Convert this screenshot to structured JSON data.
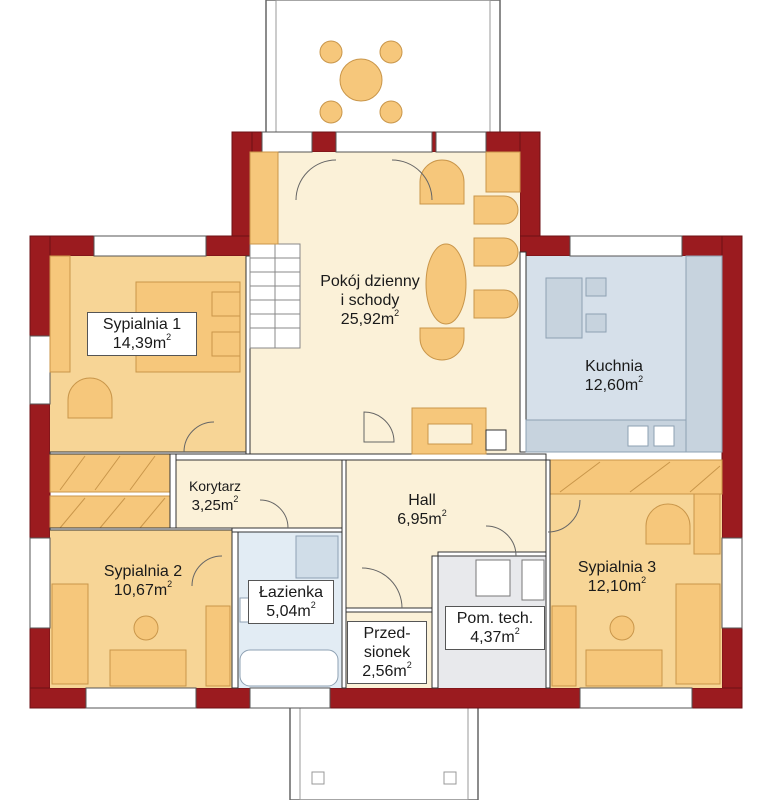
{
  "plan": {
    "unit_superscript": "2",
    "rooms": [
      {
        "id": "pokoj",
        "name_lines": [
          "Pokój dzienny",
          "i schody"
        ],
        "area": "25,92m"
      },
      {
        "id": "sypialnia1",
        "name_lines": [
          "Sypialnia 1"
        ],
        "area": "14,39m"
      },
      {
        "id": "kuchnia",
        "name_lines": [
          "Kuchnia"
        ],
        "area": "12,60m"
      },
      {
        "id": "korytarz",
        "name_lines": [
          "Korytarz"
        ],
        "area": "3,25m"
      },
      {
        "id": "hall",
        "name_lines": [
          "Hall"
        ],
        "area": "6,95m"
      },
      {
        "id": "sypialnia2",
        "name_lines": [
          "Sypialnia 2"
        ],
        "area": "10,67m"
      },
      {
        "id": "lazienka",
        "name_lines": [
          "Łazienka"
        ],
        "area": "5,04m"
      },
      {
        "id": "przedsionek",
        "name_lines": [
          "Przed-",
          "sionek"
        ],
        "area": "2,56m"
      },
      {
        "id": "pomtech",
        "name_lines": [
          "Pom. tech."
        ],
        "area": "4,37m"
      },
      {
        "id": "sypialnia3",
        "name_lines": [
          "Sypialnia 3"
        ],
        "area": "12,10m"
      }
    ],
    "colors": {
      "wall": "#9b1b1f",
      "living": "#fbf1d8",
      "bedroom": "#f7d596",
      "furniture": "#f6c77b",
      "kitchen": "#d6e0ea",
      "bathroom": "#e2ecf4",
      "tech": "#e8e9ec",
      "terrace": "#ffffff"
    }
  }
}
